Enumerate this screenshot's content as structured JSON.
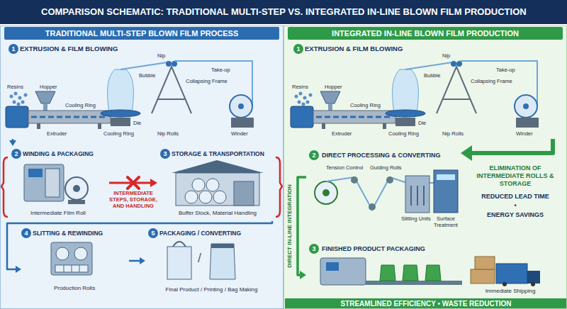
{
  "diagram": {
    "title": "COMPARISON SCHEMATIC: TRADITIONAL MULTI-STEP VS. INTEGRATED IN-LINE BLOWN FILM PRODUCTION",
    "nodes": [
      {
        "text": [
          "TRADITIONAL MULTI-STEP BLOWN FILM PROCESS"
        ]
      },
      {
        "text": [
          "1",
          "EXTRUSION & FILM BLOWING"
        ],
        "in": 0
      },
      {
        "text": [
          "2",
          "WINDING & PACKAGING",
          "Intermediate Film Roll"
        ],
        "in": 0
      },
      {
        "text": [
          "3",
          "STORAGE & TRANSPORTATION",
          "Buffer Stock, Material Handling"
        ],
        "in": 0
      },
      {
        "text": [
          "4",
          "SLITTING & REWINDING",
          "Production Rolls"
        ],
        "in": 0
      },
      {
        "text": [
          "5",
          "PACKAGING / CONVERTING",
          "/",
          "Final Product / Printing / Bag Making"
        ],
        "in": 0
      },
      {
        "text": [
          "INTEGRATED IN-LINE BLOWN FILM PRODUCTION"
        ]
      },
      {
        "text": [
          "1",
          "EXTRUSION & FILM BLOWING"
        ],
        "in": 6
      },
      {
        "text": [
          "2",
          "DIRECT PROCESSING & CONVERTING"
        ],
        "in": 6
      },
      {
        "text": [
          "3",
          "FINISHED PRODUCT PACKAGING",
          "Immediate Shipping"
        ],
        "in": 6
      }
    ],
    "edges": [
      {
        "from": 1,
        "to": 2,
        "arrow": "to"
      },
      {
        "from": 2,
        "to": 3,
        "arrow": "to",
        "label": "INTERMEDIATE STEPS, STORAGE, AND HANDLING"
      },
      {
        "from": 3,
        "to": 4,
        "arrow": "to"
      },
      {
        "from": 4,
        "to": 5,
        "arrow": "to"
      },
      {
        "from": 7,
        "to": 8,
        "arrow": "to"
      },
      {
        "from": 8,
        "to": 9,
        "arrow": "to"
      }
    ],
    "labels": [
      "Resins",
      "Hopper",
      "Cooling Ring",
      "Die",
      "Bubble",
      "Nip",
      "Collapsing Frame",
      "Take-up",
      "Extruder",
      "Cooling Ring",
      "Nip Rolls",
      "Winder",
      "Resins",
      "Hopper",
      "Cooling Ring",
      "Die",
      "Bubble",
      "Nip",
      "Collapsing Frame",
      "Take-up",
      "Extruder",
      "Cooling Ring",
      "Nip Rolls",
      "Winder",
      "ELIMINATION OF INTERMEDIATE ROLLS & STORAGE",
      "REDUCED LEAD TIME",
      "•",
      "ENERGY SAVINGS",
      "DIRECT IN-LINE INTEGRATION",
      "Tension Control",
      "Guiding Rolls",
      "Slitting Units",
      "Surface Treatment",
      "STREAMLINED EFFICIENCY • WASTE REDUCTION"
    ]
  }
}
